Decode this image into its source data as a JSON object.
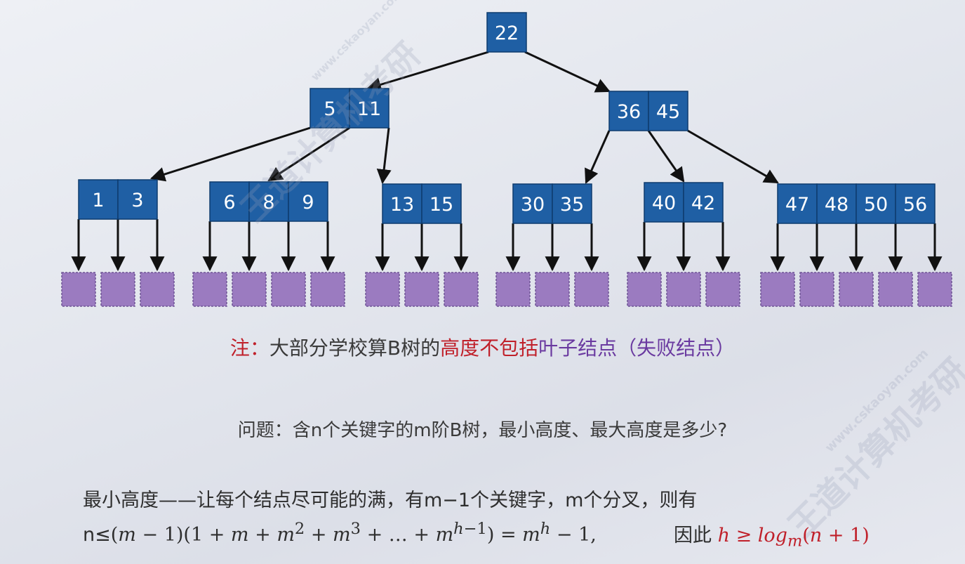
{
  "tree": {
    "root": [
      "22"
    ],
    "level1": [
      [
        "5",
        "11"
      ],
      [
        "36",
        "45"
      ]
    ],
    "level2": [
      [
        "1",
        "3"
      ],
      [
        "6",
        "8",
        "9"
      ],
      [
        "13",
        "15"
      ],
      [
        "30",
        "35"
      ],
      [
        "40",
        "42"
      ],
      [
        "47",
        "48",
        "50",
        "56"
      ]
    ],
    "colors": {
      "node_fill": "#1f5fa4",
      "node_stroke": "#0e3c6e",
      "node_text": "#ffffff",
      "leaf_fill": "#9b7bc0",
      "leaf_stroke": "#6f5596",
      "edge": "#111111"
    }
  },
  "note": {
    "prefix": "注：",
    "part1": "大部分学校算B树的",
    "part2": "高度不包括",
    "part3": "叶子结点（失败结点）"
  },
  "question": "问题：含n个关键字的m阶B树，最小高度、最大高度是多少?",
  "explanation": {
    "line1": "最小高度——让每个结点尽可能的满，有m−1个关键字，m个分叉，则有",
    "line2_prefix": "n≤",
    "conclusion_label": "因此"
  },
  "watermark": {
    "text1": "王道计算机考研",
    "text2": "www.cskaoyan.com"
  }
}
